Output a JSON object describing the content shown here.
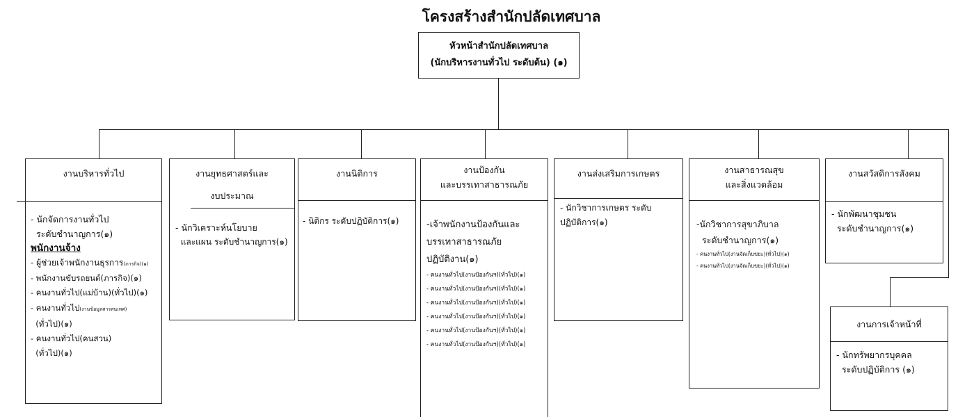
{
  "title": "โครงสร้างสำนักปลัดเทศบาล",
  "head": {
    "line1": "หัวหน้าสำนักปลัดเทศบาล",
    "line2": "(นักบริหารงานทั่วไป ระดับต้น) (๑)"
  },
  "units": {
    "general": {
      "title": "งานบริหารทั่วไป",
      "items": [
        "- นักจัดการงานทั่วไป",
        "  ระดับชำนาญการ(๑)",
        "พนักงานจ้าง",
        "- ผู้ช่วยเจ้าพนักงานธุรการ",
        "(ภารกิจ)(๑)",
        "- พนักงานขับรถยนต์(ภารกิจ)(๑)",
        "- คนงานทั่วไป(แม่บ้าน)(ทั่วไป)(๑)",
        "- คนงานทั่วไป",
        "(งานข้อมูลสารสนเทศ)",
        "  (ทั่วไป)(๑)",
        "- คนงานทั่วไป(คนสวน)",
        "  (ทั่วไป)(๑)"
      ]
    },
    "strategy": {
      "title1": "งานยุทธศาสตร์และ",
      "title2": "งบประมาณ",
      "items": [
        "- นักวิเคราะห์นโยบาย",
        "  และแผน ระดับชำนาญการ(๑)"
      ]
    },
    "legal": {
      "title": "งานนิติการ",
      "items": [
        "- นิติกร ระดับปฏิบัติการ(๑)"
      ]
    },
    "disaster": {
      "title1": "งานป้องกัน",
      "title2": "และบรรเทาสาธารณภัย",
      "items": [
        "-เจ้าพนักงานป้องกันและ",
        "บรรเทาสาธารณภัย",
        "ปฏิบัติงาน(๑)",
        "- คนงานทั่วไป(งานป้องกันฯ)(ทั่วไป)(๑)",
        "- คนงานทั่วไป(งานป้องกันฯ)(ทั่วไป)(๑)",
        "- คนงานทั่วไป(งานป้องกันฯ)(ทั่วไป)(๑)",
        "- คนงานทั่วไป(งานป้องกันฯ)(ทั่วไป)(๑)",
        "- คนงานทั่วไป(งานป้องกันฯ)(ทั่วไป)(๑)",
        "- คนงานทั่วไป(งานป้องกันฯ)(ทั่วไป)(๑)"
      ]
    },
    "agri": {
      "title": "งานส่งเสริมการเกษตร",
      "items": [
        "- นักวิชาการเกษตร ระดับ",
        "ปฏิบัติการ(๑)"
      ]
    },
    "health": {
      "title1": "งานสาธารณสุข",
      "title2": "และสิ่งแวดล้อม",
      "items": [
        "-นักวิชาการสุขาภิบาล",
        "  ระดับชำนาญการ(๑)",
        "- คนงานทั่วไป(งานจัดเก็บขยะ)(ทั่วไป)(๑)",
        "- คนงานทั่วไป(งานจัดเก็บขยะ)(ทั่วไป)(๑)"
      ]
    },
    "welfare": {
      "title": "งานสวัสดิการสังคม",
      "items": [
        "- นักพัฒนาชุมชน",
        "  ระดับชำนาญการ(๑)"
      ]
    },
    "personnel": {
      "title": "งานการเจ้าหน้าที่",
      "items": [
        "- นักทรัพยากรบุคคล",
        "  ระดับปฏิบัติการ (๑)"
      ]
    }
  }
}
